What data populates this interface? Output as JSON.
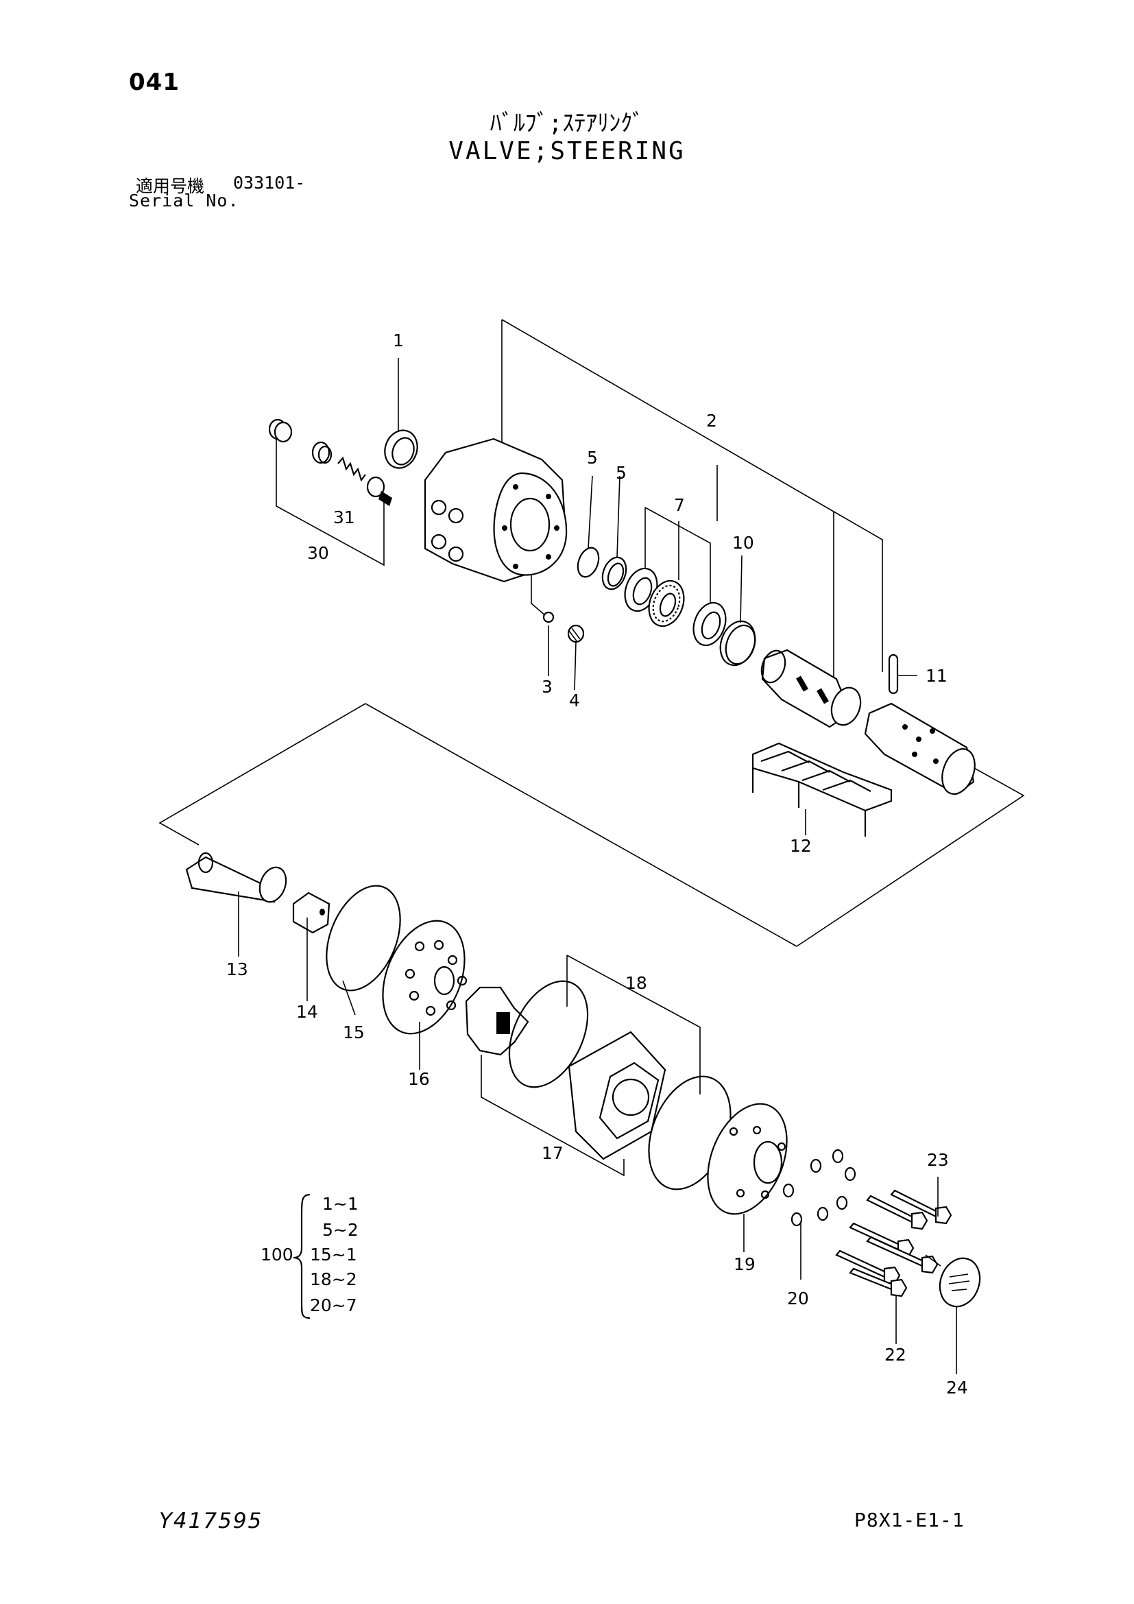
{
  "header": {
    "page_number": "041",
    "title_jp": "ﾊﾞﾙﾌﾞ;ｽﾃｱﾘﾝｸﾞ",
    "title_en": "VALVE;STEERING",
    "serial_label_jp": "適用号機",
    "serial_range": "033101-",
    "serial_label_en": "Serial No."
  },
  "callouts": [
    "1",
    "2",
    "3",
    "4",
    "5",
    "5",
    "7",
    "10",
    "11",
    "12",
    "13",
    "14",
    "15",
    "16",
    "17",
    "18",
    "19",
    "20",
    "22",
    "23",
    "24",
    "30",
    "31"
  ],
  "kit": {
    "number": "100",
    "items": [
      "1~1",
      "5~2",
      "15~1",
      "18~2",
      "20~7"
    ]
  },
  "footer": {
    "doc_id": "Y417595",
    "sheet_id": "P8X1-E1-1"
  }
}
